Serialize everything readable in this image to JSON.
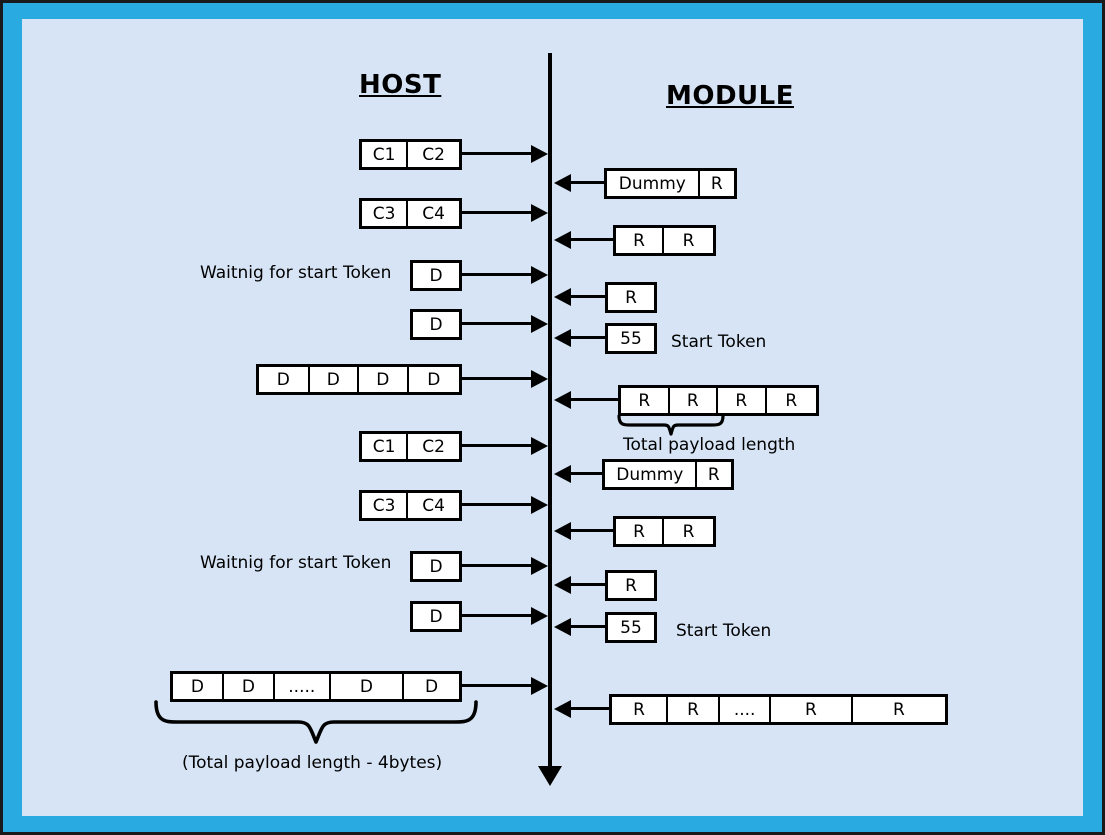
{
  "diagram": {
    "title_host": "HOST",
    "title_module": "MODULE",
    "colors": {
      "frame": "#29abe2",
      "background": "#d6e4f5",
      "ink": "#000000",
      "box_fill": "#ffffff"
    },
    "lanes": {
      "host_label": "HOST",
      "module_label": "MODULE"
    },
    "messages": [
      {
        "id": "m1",
        "side": "host",
        "direction": "to-module",
        "cells": [
          "C1",
          "C2"
        ]
      },
      {
        "id": "m2",
        "side": "module",
        "direction": "to-host",
        "cells": [
          "Dummy",
          "R"
        ]
      },
      {
        "id": "m3",
        "side": "host",
        "direction": "to-module",
        "cells": [
          "C3",
          "C4"
        ]
      },
      {
        "id": "m4",
        "side": "module",
        "direction": "to-host",
        "cells": [
          "R",
          "R"
        ]
      },
      {
        "id": "m5",
        "side": "host",
        "direction": "to-module",
        "cells": [
          "D"
        ]
      },
      {
        "id": "m6",
        "side": "module",
        "direction": "to-host",
        "cells": [
          "R"
        ]
      },
      {
        "id": "m7",
        "side": "host",
        "direction": "to-module",
        "cells": [
          "D"
        ]
      },
      {
        "id": "m8",
        "side": "module",
        "direction": "to-host",
        "cells": [
          "55"
        ]
      },
      {
        "id": "m9",
        "side": "host",
        "direction": "to-module",
        "cells": [
          "D",
          "D",
          "D",
          "D"
        ]
      },
      {
        "id": "m10",
        "side": "module",
        "direction": "to-host",
        "cells": [
          "R",
          "R",
          "R",
          "R"
        ]
      },
      {
        "id": "m11",
        "side": "host",
        "direction": "to-module",
        "cells": [
          "C1",
          "C2"
        ]
      },
      {
        "id": "m12",
        "side": "module",
        "direction": "to-host",
        "cells": [
          "Dummy",
          "R"
        ]
      },
      {
        "id": "m13",
        "side": "host",
        "direction": "to-module",
        "cells": [
          "C3",
          "C4"
        ]
      },
      {
        "id": "m14",
        "side": "module",
        "direction": "to-host",
        "cells": [
          "R",
          "R"
        ]
      },
      {
        "id": "m15",
        "side": "host",
        "direction": "to-module",
        "cells": [
          "D"
        ]
      },
      {
        "id": "m16",
        "side": "module",
        "direction": "to-host",
        "cells": [
          "R"
        ]
      },
      {
        "id": "m17",
        "side": "host",
        "direction": "to-module",
        "cells": [
          "D"
        ]
      },
      {
        "id": "m18",
        "side": "module",
        "direction": "to-host",
        "cells": [
          "55"
        ]
      },
      {
        "id": "m19",
        "side": "host",
        "direction": "to-module",
        "cells": [
          "D",
          "D",
          ".....",
          "D",
          "D"
        ]
      },
      {
        "id": "m20",
        "side": "module",
        "direction": "to-host",
        "cells": [
          "R",
          "R",
          "....",
          "R",
          "R"
        ]
      }
    ],
    "annotations": {
      "waiting_1": "Waitnig for start Token",
      "waiting_2": "Waitnig for start Token",
      "start_token_1": "Start Token",
      "start_token_2": "Start Token",
      "total_payload_length": "Total payload length",
      "payload_minus_4": "(Total payload length - 4bytes)"
    },
    "cell_texts": {
      "c1": "C1",
      "c2": "C2",
      "c3": "C3",
      "c4": "C4",
      "d": "D",
      "r": "R",
      "dummy": "Dummy",
      "token55": "55",
      "ellipsis5": ".....",
      "ellipsis4": "...."
    }
  }
}
